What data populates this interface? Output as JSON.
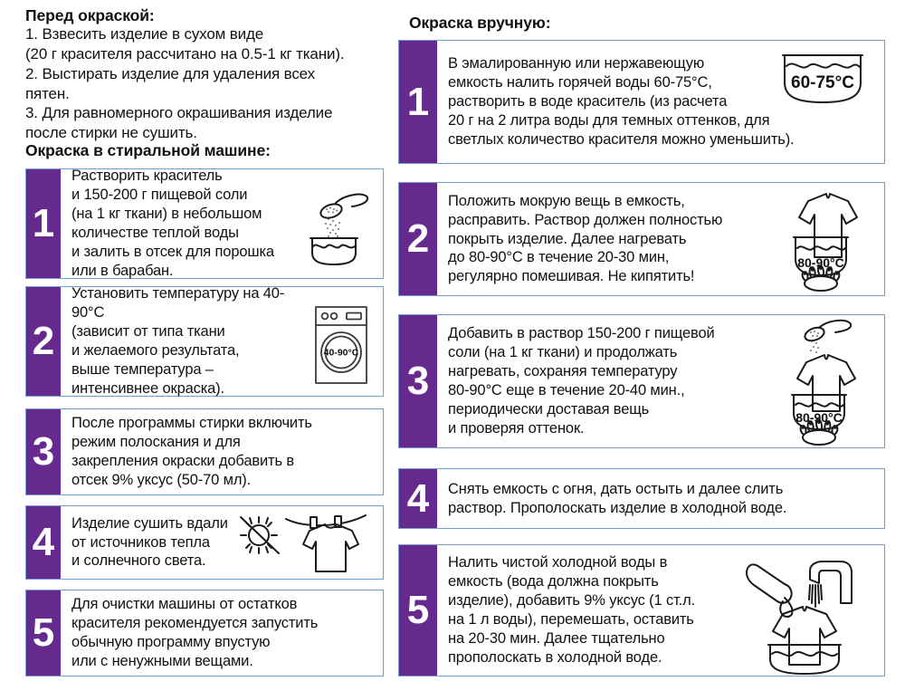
{
  "left_column": {
    "intro_title": "Перед окраской:",
    "intro_lines": "1. Взвесить изделие в сухом виде\n(20 г красителя рассчитано на 0.5-1 кг ткани).\n2. Выстирать изделие для удаления всех\nпятен.\n3. Для равномерного окрашивания изделие\nпосле стирки не сушить.",
    "section_title": "Окраска в стиральной машине:",
    "steps": [
      {
        "number": "1",
        "text": "Растворить краситель\nи 150-200 г пищевой соли\n(на 1 кг ткани) в небольшом\nколичестве теплой воды\nи залить в отсек для порошка\nили в барабан.",
        "icon": "spoon-salt-bowl-icon"
      },
      {
        "number": "2",
        "text": "Установить температуру на 40-90°C\n(зависит от типа ткани\nи желаемого результата,\nвыше температура –\nинтенсивнее окраска).",
        "icon": "washing-machine-icon",
        "icon_label": "40-90°C"
      },
      {
        "number": "3",
        "text": "После программы стирки включить\nрежим полоскания и для\nзакрепления окраски добавить в\nотсек 9% уксус (50-70 мл).",
        "icon": "none"
      },
      {
        "number": "4",
        "text": "Изделие сушить вдали\nот источников тепла\nи солнечного света.",
        "icon": "no-sun-drying-shirt-icon"
      },
      {
        "number": "5",
        "text": "Для очистки машины от остатков\nкрасителя рекомендуется запустить\nобычную программу впустую\nили с ненужными вещами.",
        "icon": "none"
      }
    ]
  },
  "right_column": {
    "section_title": "Окраска вручную:",
    "steps": [
      {
        "number": "1",
        "text": "В эмалированную или нержавеющую\nемкость налить горячей воды 60-75°C,\nрастворить в воде краситель (из расчета\n20 г на 2 литра воды для темных оттенков, для\nсветлых количество красителя можно уменьшить).",
        "icon": "basin-water-icon",
        "icon_label": "60-75°C"
      },
      {
        "number": "2",
        "text": "Положить мокрую вещь в емкость,\nрасправить. Раствор должен полностью\nпокрыть изделие. Далее нагревать\nдо 80-90°C в течение 20-30 мин,\nрегулярно помешивая. Не кипятить!",
        "icon": "shirt-in-pot-flame-icon",
        "icon_label": "80-90°C"
      },
      {
        "number": "3",
        "text": "Добавить в раствор 150-200 г пищевой\nсоли (на 1 кг ткани) и продолжать\nнагревать, сохраняя температуру\n80-90°C еще в течение 20-40 мин.,\nпериодически доставая вещь\nи проверяя оттенок.",
        "icon": "salt-shirt-in-pot-flame-icon",
        "icon_label": "80-90°C"
      },
      {
        "number": "4",
        "text": "Снять емкость с огня, дать остыть и далее слить\nраствор. Прополоскать изделие в холодной воде.",
        "icon": "none"
      },
      {
        "number": "5",
        "text": "Налить чистой холодной воды в\nемкость (вода должна покрыть\nизделие), добавить 9% уксус (1 ст.л.\nна 1 л воды), перемешать, оставить\nна 20-30 мин. Далее тщательно\nпрополоскать в холодной воде.",
        "icon": "vinegar-faucet-shirt-basin-icon"
      }
    ]
  },
  "colors": {
    "accent_purple": "#662a8f",
    "card_border_blue": "#6f9fd2",
    "text": "#111111",
    "icon_stroke": "#1a1a1a"
  }
}
